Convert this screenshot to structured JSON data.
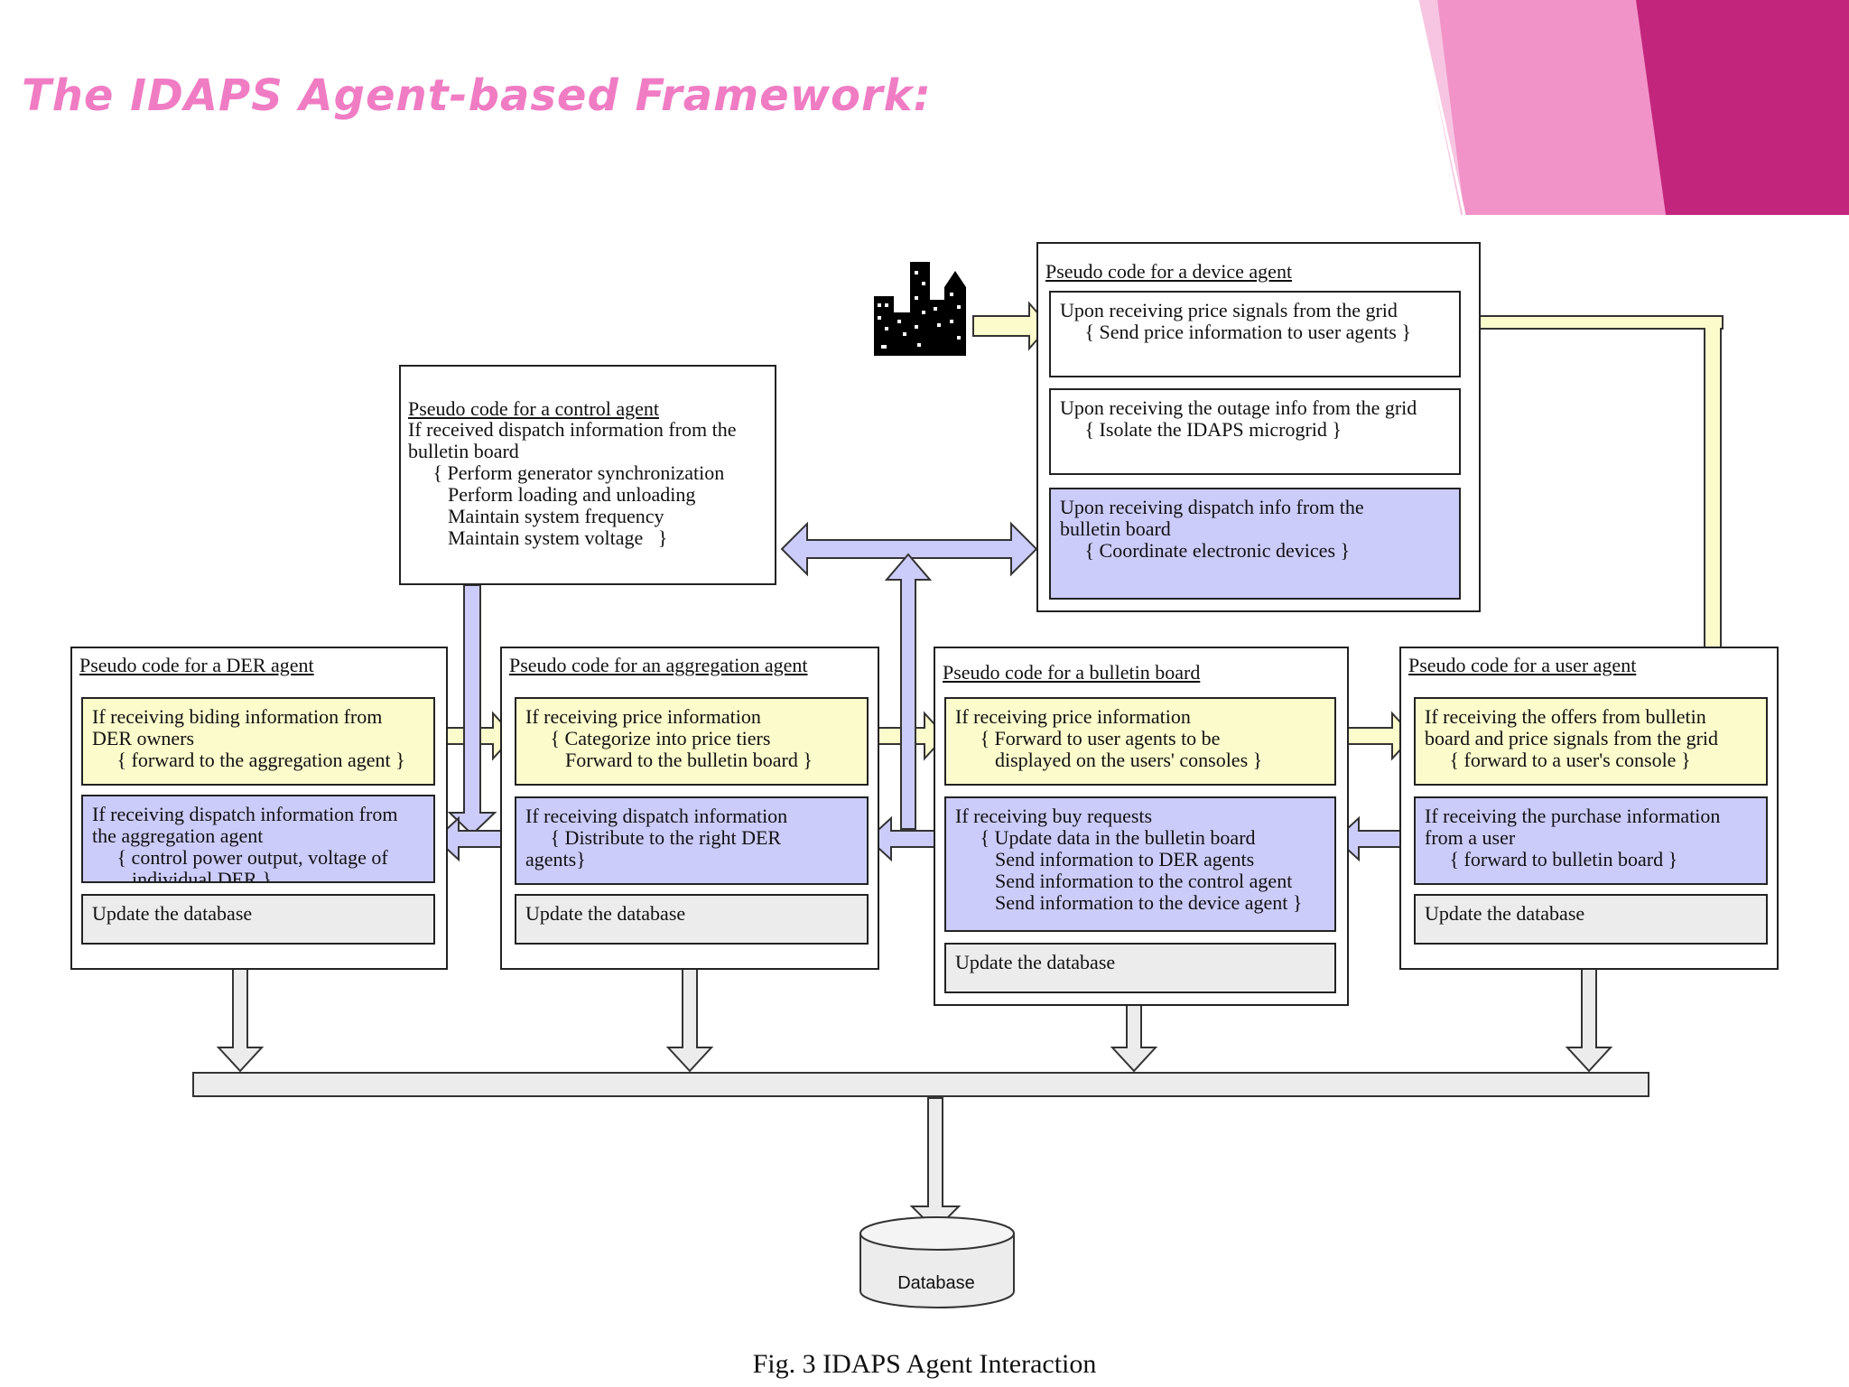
{
  "slide": {
    "title": "The IDAPS Agent-based Framework:"
  },
  "colors": {
    "title_pink": "#f07cc4",
    "yellow_box": "#fbfbcc",
    "blue_box": "#ccccfb",
    "gray_box": "#ececec",
    "accent_magenta": "#c2257c"
  },
  "figure": {
    "caption": "Fig. 3 IDAPS Agent Interaction",
    "database_label": "Database",
    "icons": [
      "city-buildings-icon",
      "database-cylinder-icon"
    ],
    "control_agent": {
      "header": "Pseudo code for a control agent",
      "body": "If received dispatch information from the\nbulletin board\n     { Perform generator synchronization\n        Perform loading and unloading\n        Maintain system frequency\n        Maintain system voltage   }"
    },
    "device_agent": {
      "header": "Pseudo code for a device agent",
      "rows": [
        "Upon receiving price signals from the grid\n     { Send price information to user agents }",
        "Upon receiving the outage info from the grid\n     { Isolate the IDAPS microgrid }",
        "Upon receiving dispatch info from the\nbulletin board\n     { Coordinate electronic devices }"
      ]
    },
    "der_agent": {
      "header": "Pseudo code for a DER agent",
      "rows": [
        "If receiving biding information from\nDER owners\n     { forward to the aggregation agent }",
        "If receiving dispatch information from\nthe aggregation agent\n     { control power output, voltage of\n        individual DER }",
        "Update the database"
      ]
    },
    "aggregation_agent": {
      "header": "Pseudo code for an aggregation agent",
      "rows": [
        "If receiving price information\n     { Categorize into price tiers\n        Forward to the bulletin board }",
        "If receiving dispatch information\n     { Distribute to the right DER\nagents}",
        "Update the database"
      ]
    },
    "bulletin_board": {
      "header": "Pseudo code for a bulletin board",
      "rows": [
        "If receiving price information\n     { Forward to user agents to be\n        displayed on the users' consoles }",
        "If receiving buy requests\n     { Update data in the bulletin board\n        Send information to DER agents\n        Send information to the control agent\n        Send information to the device agent }",
        "Update the database"
      ]
    },
    "user_agent": {
      "header": "Pseudo code for a user agent",
      "rows": [
        "If receiving the offers from bulletin\nboard and price signals from the grid\n     { forward to a user's console }",
        "If receiving the purchase information\nfrom a user\n     { forward to bulletin board }",
        "Update the database"
      ]
    }
  }
}
